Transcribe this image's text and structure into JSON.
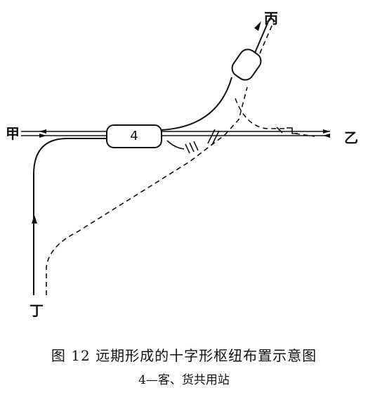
{
  "labels": {
    "west": "甲",
    "east": "乙",
    "northeast": "丙",
    "south": "丁"
  },
  "station": {
    "number": "4"
  },
  "caption": "图 12 远期形成的十字形枢纽布置示意图",
  "legend": "4—客、货共用站"
}
